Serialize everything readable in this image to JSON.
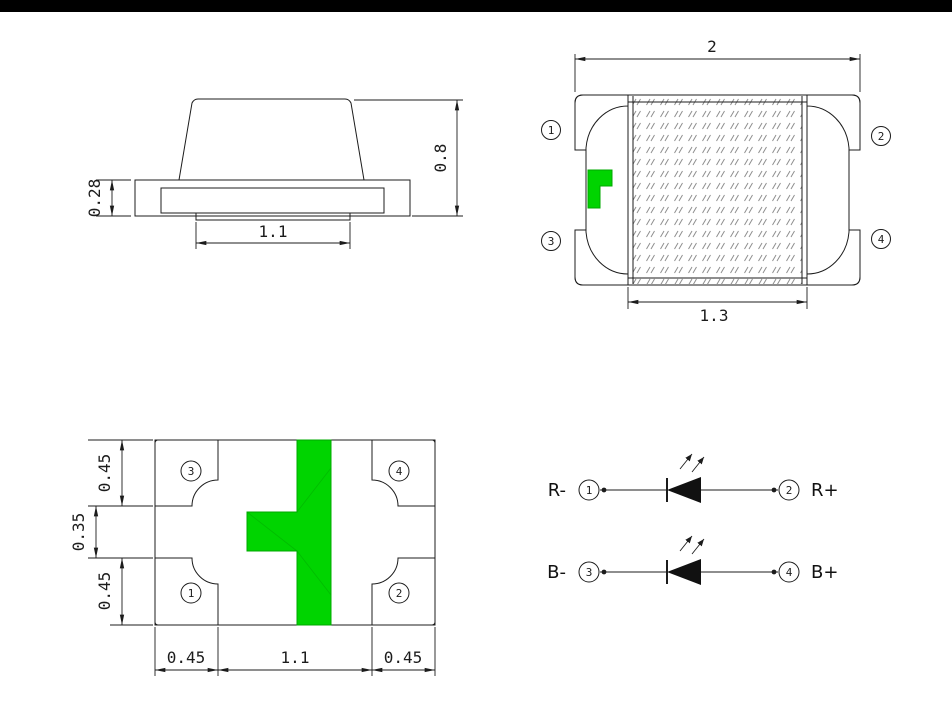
{
  "window": {
    "top_bar_color": "#000000",
    "background": "#ffffff"
  },
  "colors": {
    "pad_fill": "#FFFCDF",
    "pad_hatch_line": "#E8DE55",
    "green_mark": "#00D400",
    "drawing_line": "#1c1c1c",
    "lens_hatch": "#8f8f8f"
  },
  "side_view": {
    "dim_flange_height": "0.28",
    "dim_total_height": "0.8",
    "dim_base_width": "1.1"
  },
  "top_view": {
    "dim_overall_width": "2",
    "dim_lens_width": "1.3",
    "pin_top_left": "1",
    "pin_top_right": "2",
    "pin_bottom_left": "3",
    "pin_bottom_right": "4"
  },
  "bottom_view": {
    "pad_top_left_pin": "3",
    "pad_top_right_pin": "4",
    "pad_bottom_left_pin": "1",
    "pad_bottom_right_pin": "2",
    "dim_pad_height_top": "0.45",
    "dim_pad_gap": "0.35",
    "dim_pad_height_bottom": "0.45",
    "dim_pad_width_left": "0.45",
    "dim_body_center": "1.1",
    "dim_pad_width_right": "0.45"
  },
  "schematic": {
    "red_channel": {
      "cathode_label": "R-",
      "cathode_pin": "1",
      "anode_pin": "2",
      "anode_label": "R+"
    },
    "blue_channel": {
      "cathode_label": "B-",
      "cathode_pin": "3",
      "anode_pin": "4",
      "anode_label": "B+"
    }
  }
}
